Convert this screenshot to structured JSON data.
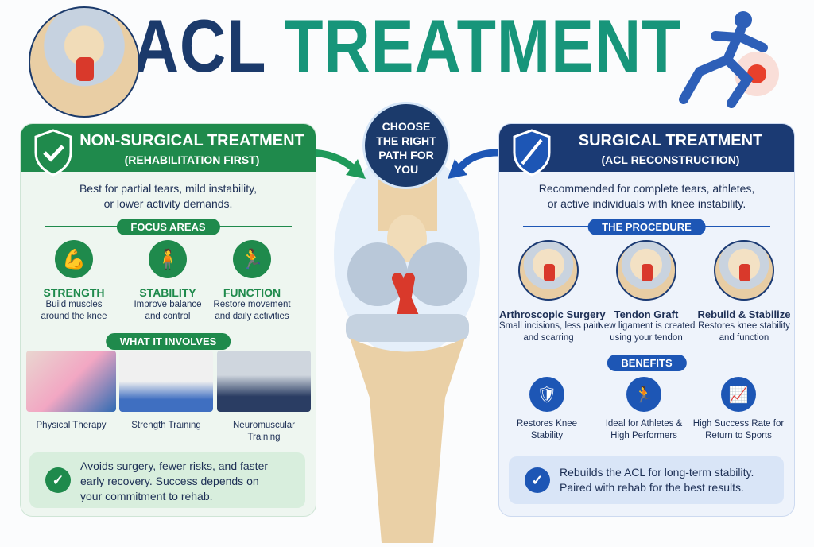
{
  "title": {
    "part1": "ACL",
    "part2": "TREATMENT"
  },
  "center": {
    "line1": "CHOOSE",
    "line2": "THE RIGHT",
    "line3": "PATH FOR",
    "line4": "YOU"
  },
  "left": {
    "title": "NON-SURGICAL TREATMENT",
    "subtitle": "(REHABILITATION FIRST)",
    "lead1": "Best for partial tears, mild instability,",
    "lead2": "or lower activity demands.",
    "focus_label": "FOCUS AREAS",
    "focus": [
      {
        "icon": "muscle-icon",
        "title": "STRENGTH",
        "d1": "Build muscles",
        "d2": "around the knee"
      },
      {
        "icon": "balance-person-icon",
        "title": "STABILITY",
        "d1": "Improve balance",
        "d2": "and control"
      },
      {
        "icon": "runner-icon",
        "title": "FUNCTION",
        "d1": "Restore movement",
        "d2": "and daily activities"
      }
    ],
    "involves_label": "WHAT IT INVOLVES",
    "involves": [
      {
        "c1": "Physical Therapy",
        "c2": ""
      },
      {
        "c1": "Strength Training",
        "c2": ""
      },
      {
        "c1": "Neuromuscular",
        "c2": "Training"
      }
    ],
    "summary1": "Avoids surgery, fewer risks, and faster",
    "summary2": "early recovery. Success depends on",
    "summary3": "your commitment to rehab."
  },
  "right": {
    "title": "SURGICAL TREATMENT",
    "subtitle": "(ACL RECONSTRUCTION)",
    "lead1": "Recommended for complete tears, athletes,",
    "lead2": "or active individuals with knee instability.",
    "procedure_label": "THE PROCEDURE",
    "procedure": [
      {
        "title": "Arthroscopic Surgery",
        "d1": "Small incisions, less pain",
        "d2": "and scarring"
      },
      {
        "title": "Tendon Graft",
        "d1": "New ligament is created",
        "d2": "using your tendon"
      },
      {
        "title": "Rebuild & Stabilize",
        "d1": "Restores knee stability",
        "d2": "and function"
      }
    ],
    "benefits_label": "BENEFITS",
    "benefits": [
      {
        "icon": "shield-check-icon",
        "l1": "Restores Knee",
        "l2": "Stability"
      },
      {
        "icon": "runner-icon",
        "l1": "Ideal for Athletes &",
        "l2": "High Performers"
      },
      {
        "icon": "chart-up-icon",
        "l1": "High Success Rate for",
        "l2": "Return to Sports"
      }
    ],
    "summary1": "Rebuilds the ACL for long-term stability.",
    "summary2": "Paired with rehab for the best results."
  },
  "colors": {
    "navy": "#1b3a6b",
    "green": "#1f8a4c",
    "teal": "#17957a",
    "blue": "#1d56b5"
  }
}
